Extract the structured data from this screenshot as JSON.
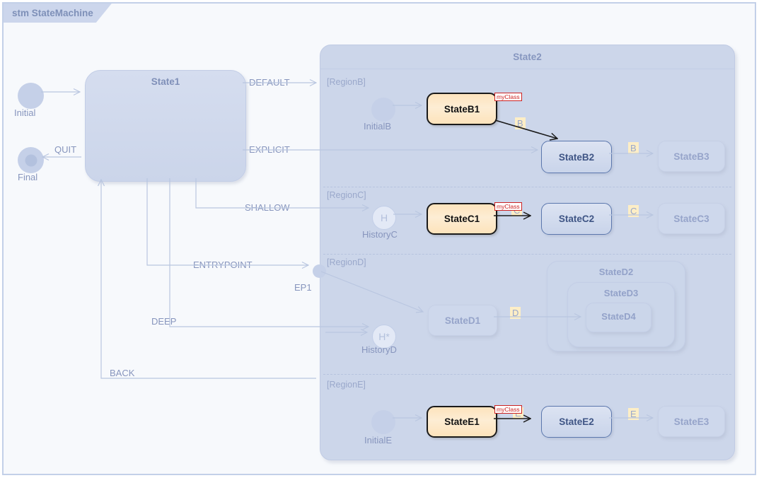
{
  "diagram": {
    "title": "stm StateMachine",
    "type": "uml-state-machine"
  },
  "colors": {
    "frame_border": "#c3d0e8",
    "canvas_bg": "#f7f9fc",
    "title_tab_bg": "#ccd6ec",
    "composite_bg": "#ccd6ea",
    "active_fill": "#fde3bd",
    "active_border": "#1a1a1a",
    "normal_border": "#5b77ad",
    "faded_text": "#96a4ca",
    "badge_bg": "#fdeec6",
    "myclass_red": "#cc2222"
  },
  "left": {
    "initial": {
      "label": "Initial",
      "kind": "initial-pseudostate"
    },
    "final": {
      "label": "Final",
      "kind": "final-state"
    },
    "state1": {
      "label": "State1"
    }
  },
  "transitions": {
    "default": "DEFAULT",
    "explicit": "EXPLICIT",
    "shallow": "SHALLOW",
    "entrypoint": "ENTRYPOINT",
    "deep": "DEEP",
    "back": "BACK",
    "quit": "QUIT",
    "ep1": "EP1"
  },
  "state2": {
    "label": "State2",
    "regions": [
      {
        "label": "[RegionB]",
        "entry": {
          "label": "InitialB",
          "kind": "initial-pseudostate"
        },
        "states": [
          {
            "label": "StateB1",
            "style": "active",
            "tooltip": "myClass"
          },
          {
            "label": "StateB2",
            "style": "normal"
          },
          {
            "label": "StateB3",
            "style": "faded"
          }
        ],
        "edge_labels": [
          "B",
          "B"
        ]
      },
      {
        "label": "[RegionC]",
        "entry": {
          "label": "HistoryC",
          "kind": "shallow-history",
          "glyph": "H"
        },
        "states": [
          {
            "label": "StateC1",
            "style": "active",
            "tooltip": "myClass"
          },
          {
            "label": "StateC2",
            "style": "normal"
          },
          {
            "label": "StateC3",
            "style": "faded"
          }
        ],
        "edge_labels": [
          "C",
          "C"
        ]
      },
      {
        "label": "[RegionD]",
        "entry": {
          "label": "HistoryD",
          "kind": "deep-history",
          "glyph": "H*"
        },
        "states": [
          {
            "label": "StateD1",
            "style": "faded"
          },
          {
            "label": "StateD2",
            "style": "nested"
          },
          {
            "label": "StateD3",
            "style": "nested"
          },
          {
            "label": "StateD4",
            "style": "nested"
          }
        ],
        "edge_labels": [
          "D"
        ]
      },
      {
        "label": "[RegionE]",
        "entry": {
          "label": "InitialE",
          "kind": "initial-pseudostate"
        },
        "states": [
          {
            "label": "StateE1",
            "style": "active",
            "tooltip": "myClass"
          },
          {
            "label": "StateE2",
            "style": "normal"
          },
          {
            "label": "StateE3",
            "style": "faded"
          }
        ],
        "edge_labels": [
          "E",
          "E"
        ]
      }
    ]
  }
}
